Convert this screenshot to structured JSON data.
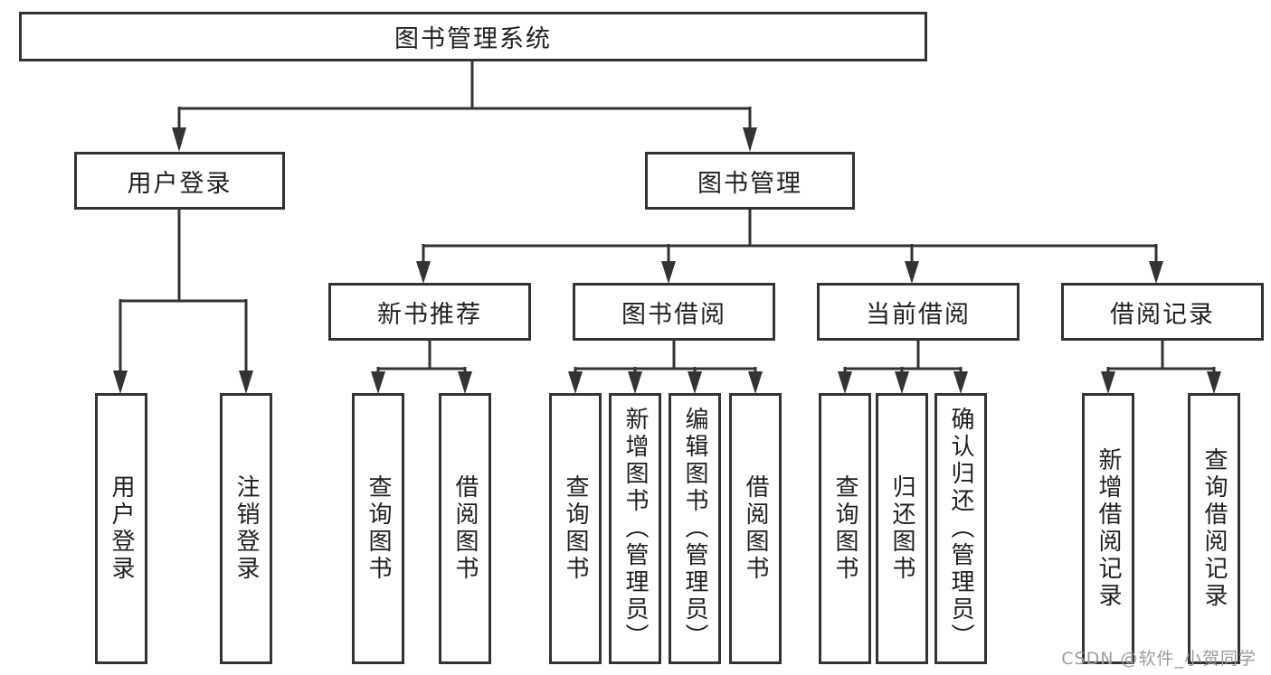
{
  "root": {
    "label": "图书管理系统"
  },
  "level2": [
    {
      "label": "用户登录",
      "children": [
        "用户登录",
        "注销登录"
      ]
    },
    {
      "label": "图书管理"
    }
  ],
  "level3": [
    {
      "label": "新书推荐",
      "children": [
        "查询图书",
        "借阅图书"
      ]
    },
    {
      "label": "图书借阅",
      "children": [
        "查询图书",
        "新增图书（管理员）",
        "编辑图书（管理员）",
        "借阅图书"
      ]
    },
    {
      "label": "当前借阅",
      "children": [
        "查询图书",
        "归还图书",
        "确认归还（管理员）"
      ]
    },
    {
      "label": "借阅记录",
      "children": [
        "新增借阅记录",
        "查询借阅记录"
      ]
    }
  ],
  "watermark": {
    "text": "CSDN @软件_小贺同学"
  },
  "colors": {
    "line": "#333333",
    "text": "#1f1f1f",
    "watermark": "#9b9ba3",
    "background": "#ffffff"
  }
}
